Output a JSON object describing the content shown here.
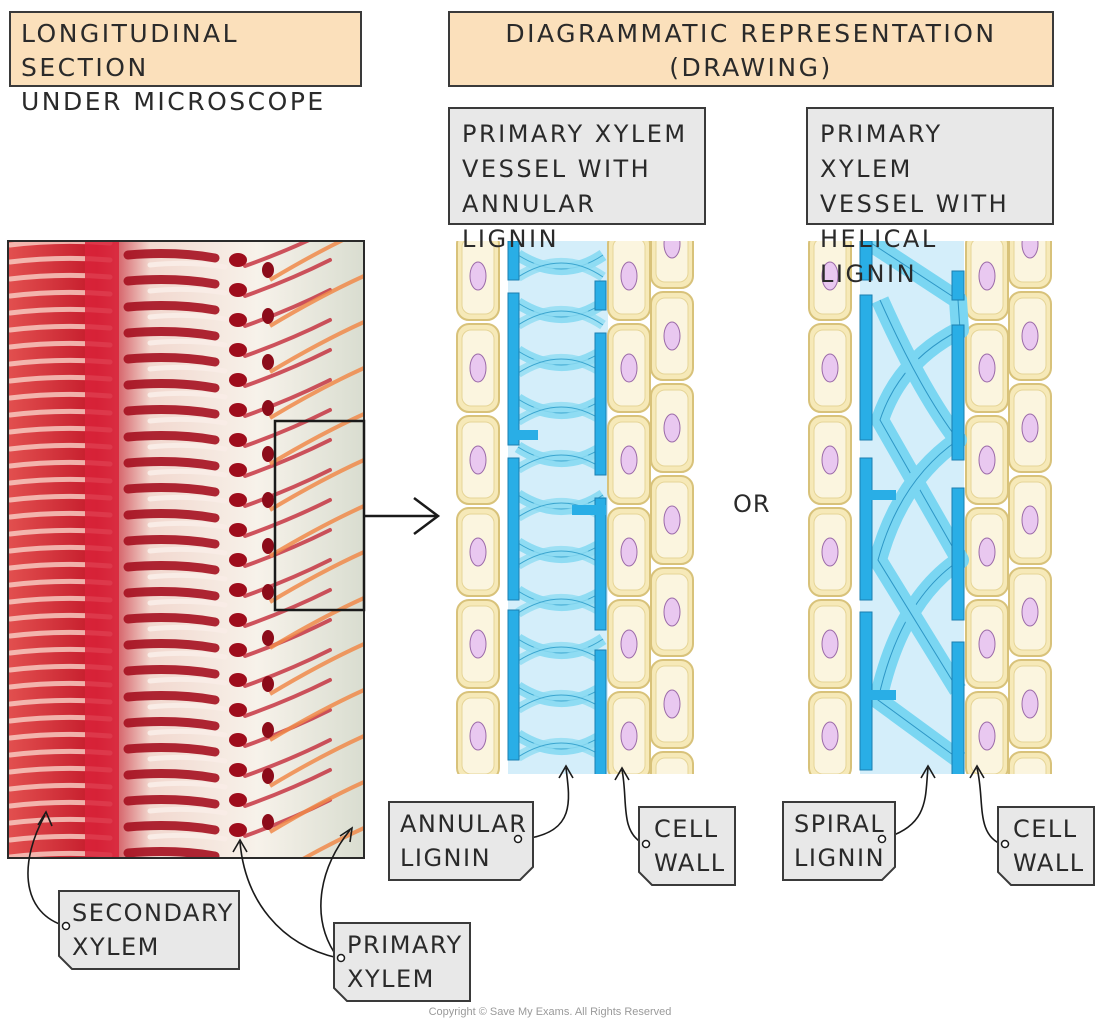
{
  "headers": {
    "micro": "LONGITUDINAL  SECTION\nUNDER  MICROSCOPE",
    "diagram": "DIAGRAMMATIC  REPRESENTATION\n(DRAWING)"
  },
  "subheads": {
    "annular": "PRIMARY  XYLEM\nVESSEL  WITH\nANNULAR  LIGNIN",
    "helical": "PRIMARY  XYLEM\nVESSEL  WITH\nHELICAL  LIGNIN"
  },
  "or_label": "OR",
  "labels": {
    "annular_lignin": "ANNULAR\nLIGNIN",
    "cell_wall_1": "CELL\nWALL",
    "spiral_lignin": "SPIRAL\nLIGNIN",
    "cell_wall_2": "CELL\nWALL",
    "secondary_xylem": "SECONDARY\nXYLEM",
    "primary_xylem": "PRIMARY\nXYLEM"
  },
  "copyright": "Copyright © Save My Exams. All Rights Reserved",
  "colors": {
    "header_bg": "#fbe0bb",
    "label_bg": "#e8e8e8",
    "vessel_bg": "#d4eefa",
    "lignin": "#29aee6",
    "ring": "#8fdcf3",
    "cell": "#f6e9b8",
    "cell_border": "#d8c27a",
    "nucleus": "#e9c8f0",
    "stain_red": "#d9233a"
  }
}
